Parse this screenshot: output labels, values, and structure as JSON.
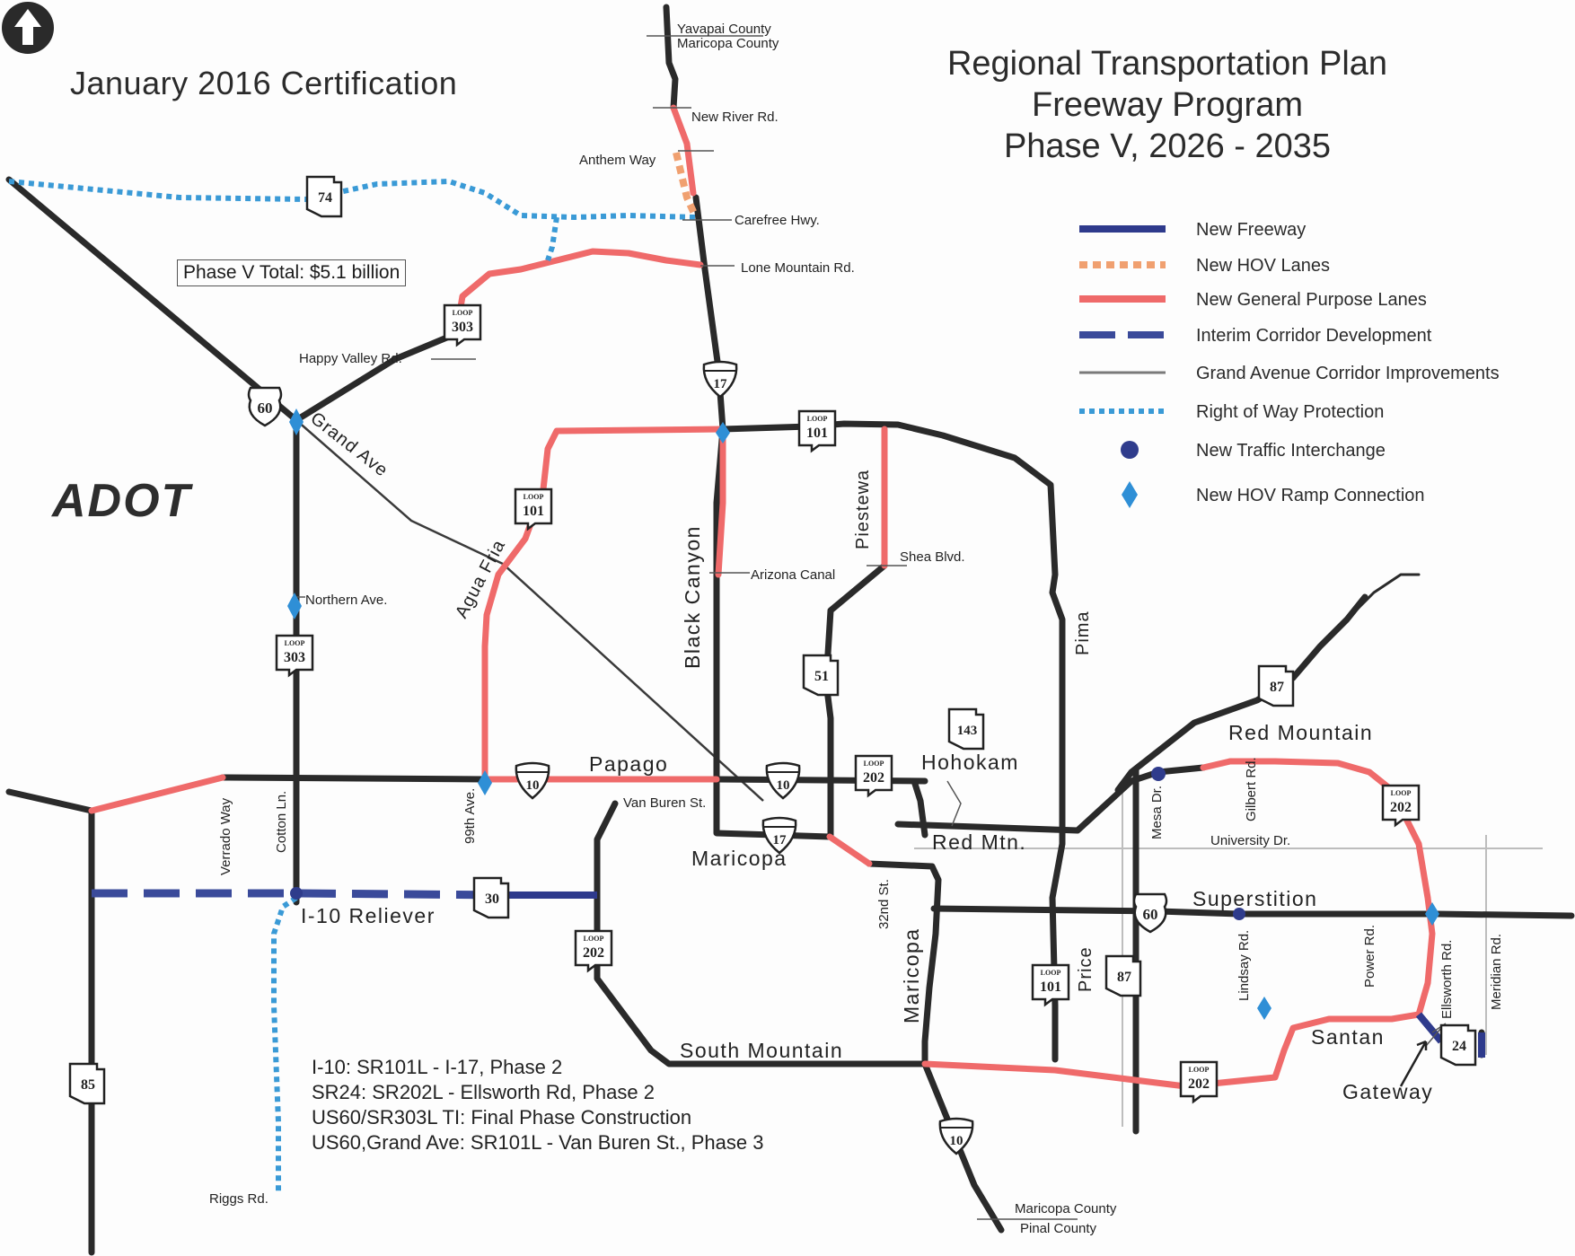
{
  "header": {
    "certification": "January 2016 Certification",
    "plan_title_lines": [
      "Regional Transportation Plan",
      "Freeway Program",
      "Phase V, 2026 - 2035"
    ],
    "total": "Phase V Total: $5.1 billion",
    "logo_text": "ADOT"
  },
  "legend": {
    "items": [
      {
        "label": "New Freeway",
        "style": "solid",
        "color": "#2e3a8c"
      },
      {
        "label": "New HOV Lanes",
        "style": "dotted-square",
        "color": "#f0a070"
      },
      {
        "label": "New General Purpose Lanes",
        "style": "solid",
        "color": "#ef6a6a"
      },
      {
        "label": "Interim Corridor Development",
        "style": "dashed",
        "color": "#3a4a9a"
      },
      {
        "label": "Grand Avenue Corridor Improvements",
        "style": "thin",
        "color": "#7a7a7a"
      },
      {
        "label": "Right of Way Protection",
        "style": "dotted",
        "color": "#3a9ad6"
      },
      {
        "label": "New Traffic Interchange",
        "style": "dot",
        "color": "#2f3c8c"
      },
      {
        "label": "New HOV Ramp Connection",
        "style": "diamond",
        "color": "#2f8fd6"
      }
    ]
  },
  "colors": {
    "freeway": "#2a2a2a",
    "new_general_purpose": "#ef6a6a",
    "new_hov": "#f0a070",
    "new_freeway": "#2e3a8c",
    "row_protection": "#3a9ad6",
    "hov_ramp": "#2f8fd6"
  },
  "boundaries": {
    "yavapai": "Yavapai County",
    "maricopa_n": "Maricopa County",
    "maricopa_s": "Maricopa County",
    "pinal": "Pinal County"
  },
  "streets": {
    "new_river": "New River Rd.",
    "anthem": "Anthem Way",
    "carefree": "Carefree Hwy.",
    "lone_mountain": "Lone  Mountain Rd.",
    "happy_valley": "Happy Valley Rd.",
    "northern": "Northern Ave.",
    "shea": "Shea Blvd.",
    "arizona_canal": "Arizona Canal",
    "van_buren": "Van Buren St.",
    "university": "University Dr.",
    "riggs": "Riggs Rd.",
    "verrado": "Verrado Way",
    "cotton": "Cotton Ln.",
    "ave99": "99th Ave.",
    "st32": "32nd St.",
    "mesa": "Mesa Dr.",
    "gilbert": "Gilbert Rd.",
    "lindsay": "Lindsay Rd.",
    "power": "Power Rd.",
    "ellsworth": "Ellsworth Rd.",
    "meridian": "Meridian Rd."
  },
  "corridors": {
    "grand": "Grand Ave",
    "agua_fria": "Agua Fria",
    "black_canyon": "Black Canyon",
    "piestewa": "Piestewa",
    "pima": "Pima",
    "papago": "Papago",
    "hohokam": "Hohokam",
    "red_mountain": "Red Mountain",
    "red_mtn": "Red Mtn.",
    "maricopa_h": "Maricopa",
    "maricopa_v": "Maricopa",
    "superstition": "Superstition",
    "i10_reliever": "I-10 Reliever",
    "south_mountain": "South Mountain",
    "price": "Price",
    "santan": "Santan",
    "gateway": "Gateway"
  },
  "shields": {
    "sr74": "74",
    "loop303_n": "303",
    "loop303_s": "303",
    "loop101_nw": "101",
    "loop101_n": "101",
    "loop101_e": "101",
    "loop202_e": "202",
    "loop202_c": "202",
    "loop202_sw": "202",
    "loop202_s": "202",
    "us60_w": "60",
    "us60_e": "60",
    "i17_n": "17",
    "i17_s": "17",
    "i10_w": "10",
    "i10_c": "10",
    "i10_s": "10",
    "sr51": "51",
    "sr143": "143",
    "sr87_n": "87",
    "sr87_s": "87",
    "sr30": "30",
    "sr85": "85",
    "sr24": "24",
    "loop_word": "LOOP"
  },
  "notes": [
    "I-10: SR101L - I-17, Phase 2",
    "SR24: SR202L - Ellsworth Rd, Phase 2",
    "US60/SR303L TI: Final Phase Construction",
    "US60,Grand Ave: SR101L - Van Buren St., Phase 3"
  ]
}
